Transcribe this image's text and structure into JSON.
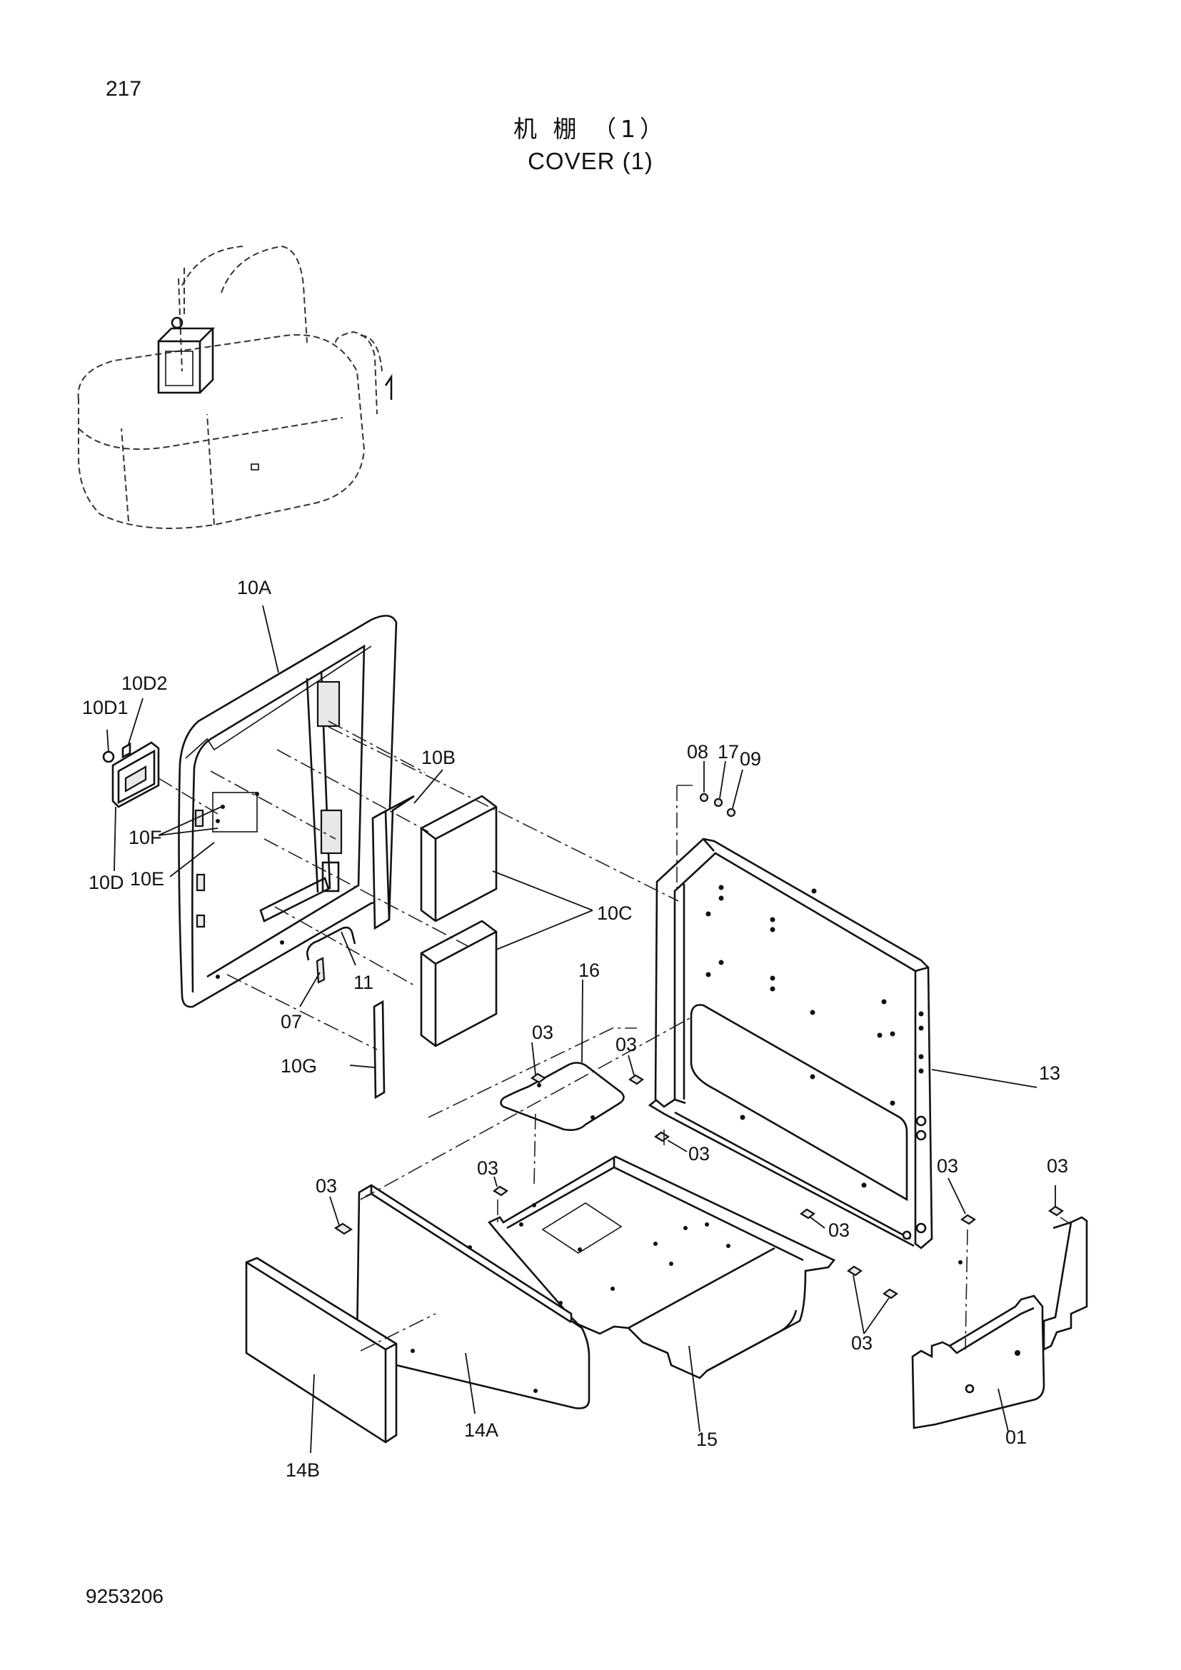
{
  "page": {
    "number": "217",
    "drawing_number": "9253206"
  },
  "title": {
    "chinese": "机 棚 （1）",
    "english": "COVER (1)"
  },
  "callouts": {
    "c10A": "10A",
    "c10D2": "10D2",
    "c10D1": "10D1",
    "c10B": "10B",
    "c10F": "10F",
    "c10E": "10E",
    "c10D": "10D",
    "c10C": "10C",
    "c11": "11",
    "c07": "07",
    "c10G": "10G",
    "c08": "08",
    "c17": "17",
    "c09": "09",
    "c16": "16",
    "c13": "13",
    "c03a": "03",
    "c03b": "03",
    "c03c": "03",
    "c03d": "03",
    "c03e": "03",
    "c03f": "03",
    "c03g": "03",
    "c03h": "03",
    "c03i": "03",
    "c14A": "14A",
    "c14B": "14B",
    "c15": "15",
    "c01": "01"
  }
}
